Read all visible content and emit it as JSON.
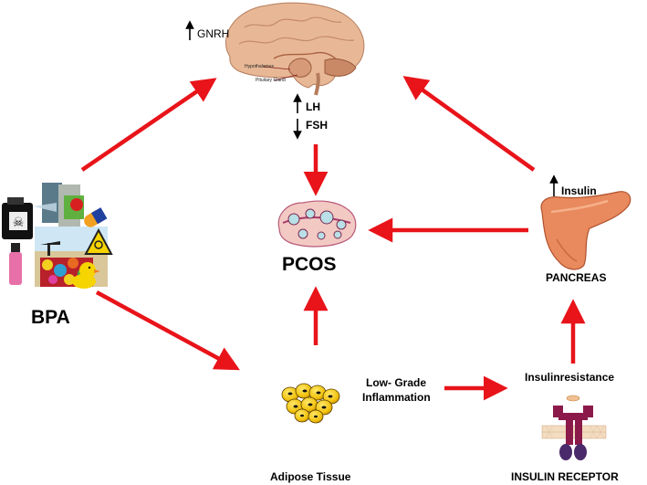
{
  "brain": {
    "gnrh_arrow": "up",
    "gnrh_label": "GNRH",
    "hypothalamus_label": "Hypothalamus",
    "pituitary_label": "Pituitary Gland",
    "lh_arrow": "up",
    "lh_label": "LH",
    "fsh_arrow": "down",
    "fsh_label": "FSH"
  },
  "center": {
    "title": "PCOS"
  },
  "left": {
    "title": "BPA"
  },
  "bottom": {
    "adipose_label": "Adipose Tissue",
    "inflammation_label_line1": "Low- Grade",
    "inflammation_label_line2": "Inflammation",
    "resistance_label": "Insulinresistance",
    "receptor_label": "INSULIN RECEPTOR"
  },
  "right": {
    "insulin_arrow": "up",
    "insulin_label": "Insulin",
    "pancreas_label": "PANCREAS"
  },
  "colors": {
    "arrow": "#e8141a",
    "brain": "#e8b896",
    "pancreas": "#e88a5e",
    "adipose": "#f2cc10",
    "receptor": "#8b1a4a"
  },
  "icons": [
    "brain-icon",
    "ovary-icon",
    "pancreas-icon",
    "fat-cells-icon",
    "insulin-receptor-icon",
    "bpa-collage-icon"
  ]
}
